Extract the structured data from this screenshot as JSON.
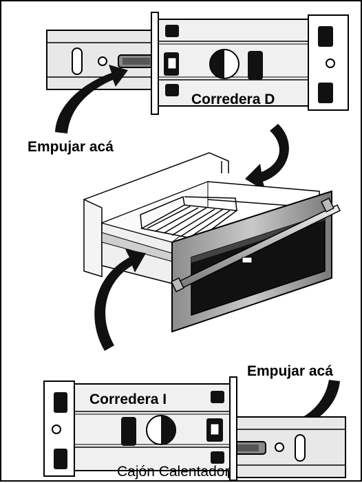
{
  "labels": {
    "push_top": "Empujar acá",
    "push_bottom": "Empujar acá",
    "slide_right": "Corredera D",
    "slide_left": "Corredera I",
    "caption": "Cajón Calentador"
  },
  "colors": {
    "outline": "#000000",
    "rail_fill": "#ececec",
    "rail_shade": "#d8d8d8",
    "drawer_front": "#9a9a9a",
    "glass": "#111111",
    "background": "#ffffff"
  },
  "icons": [
    "curved-arrow-icon"
  ]
}
